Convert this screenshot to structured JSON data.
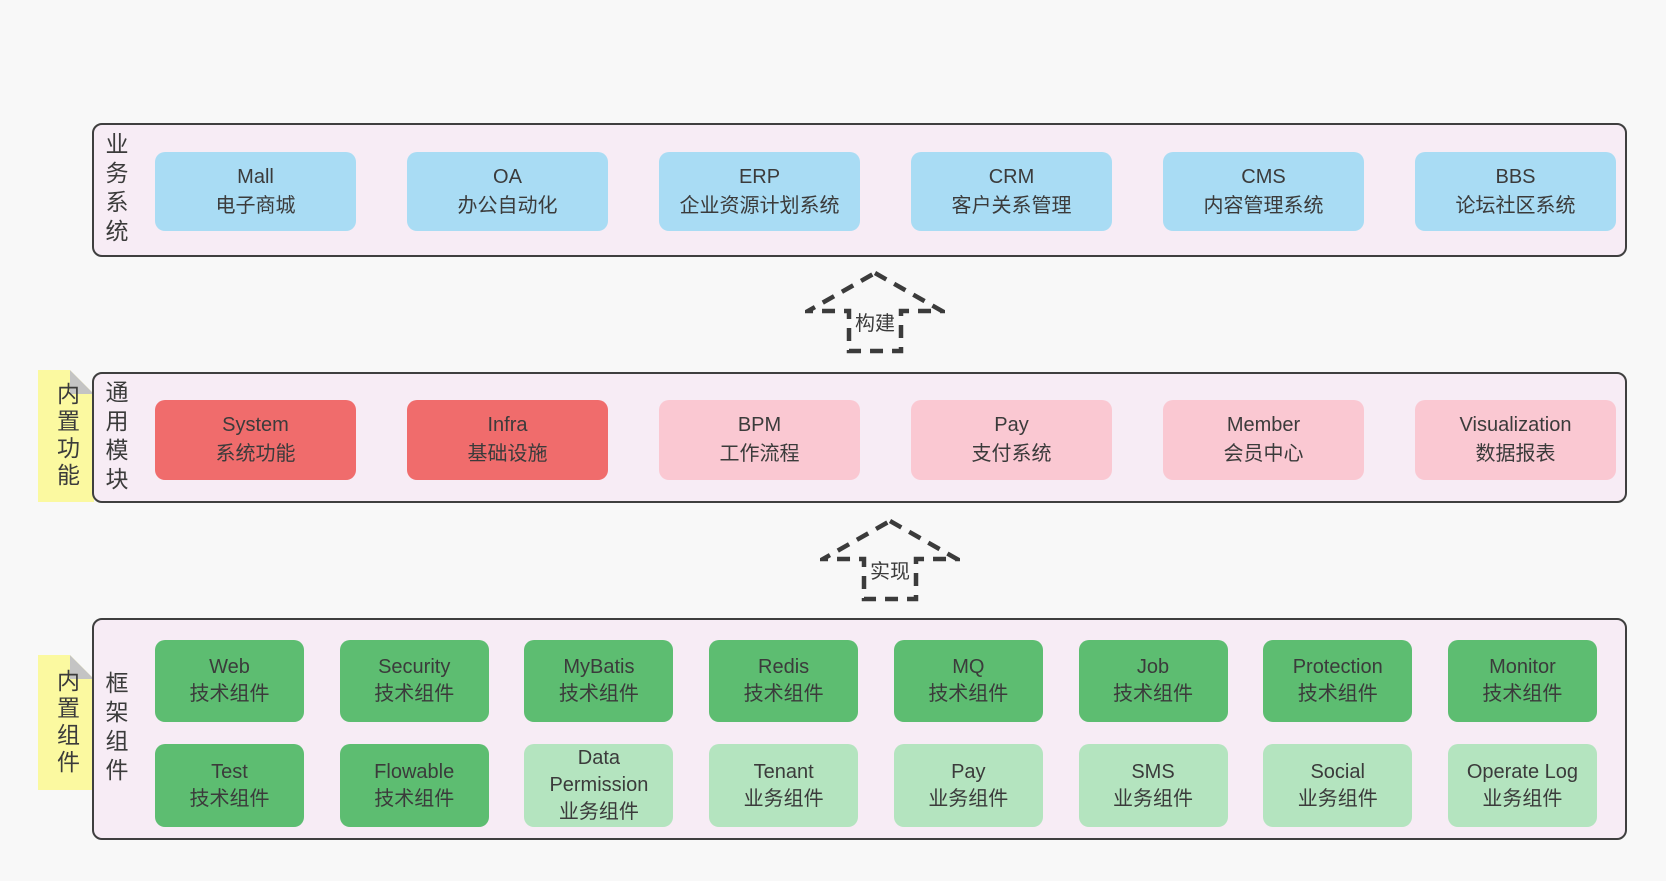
{
  "layers": [
    {
      "id": "business-systems",
      "label": "业务系统",
      "note": null,
      "rows": [
        [
          {
            "name": "Mall",
            "desc": "电子商城",
            "tone": "blue"
          },
          {
            "name": "OA",
            "desc": "办公自动化",
            "tone": "blue"
          },
          {
            "name": "ERP",
            "desc": "企业资源计划系统",
            "tone": "blue"
          },
          {
            "name": "CRM",
            "desc": "客户关系管理",
            "tone": "blue"
          },
          {
            "name": "CMS",
            "desc": "内容管理系统",
            "tone": "blue"
          },
          {
            "name": "BBS",
            "desc": "论坛社区系统",
            "tone": "blue"
          }
        ]
      ]
    },
    {
      "id": "common-modules",
      "label": "通用模块",
      "note": "内置功能",
      "rows": [
        [
          {
            "name": "System",
            "desc": "系统功能",
            "tone": "red"
          },
          {
            "name": "Infra",
            "desc": "基础设施",
            "tone": "red"
          },
          {
            "name": "BPM",
            "desc": "工作流程",
            "tone": "pink"
          },
          {
            "name": "Pay",
            "desc": "支付系统",
            "tone": "pink"
          },
          {
            "name": "Member",
            "desc": "会员中心",
            "tone": "pink"
          },
          {
            "name": "Visualization",
            "desc": "数据报表",
            "tone": "pink"
          }
        ]
      ]
    },
    {
      "id": "framework-components",
      "label": "框架组件",
      "note": "内置组件",
      "rows": [
        [
          {
            "name": "Web",
            "desc": "技术组件",
            "tone": "green"
          },
          {
            "name": "Security",
            "desc": "技术组件",
            "tone": "green"
          },
          {
            "name": "MyBatis",
            "desc": "技术组件",
            "tone": "green"
          },
          {
            "name": "Redis",
            "desc": "技术组件",
            "tone": "green"
          },
          {
            "name": "MQ",
            "desc": "技术组件",
            "tone": "green"
          },
          {
            "name": "Job",
            "desc": "技术组件",
            "tone": "green"
          },
          {
            "name": "Protection",
            "desc": "技术组件",
            "tone": "green"
          },
          {
            "name": "Monitor",
            "desc": "技术组件",
            "tone": "green"
          }
        ],
        [
          {
            "name": "Test",
            "desc": "技术组件",
            "tone": "green"
          },
          {
            "name": "Flowable",
            "desc": "技术组件",
            "tone": "green"
          },
          {
            "name": "Data Permission",
            "desc": "业务组件",
            "tone": "green_light"
          },
          {
            "name": "Tenant",
            "desc": "业务组件",
            "tone": "green_light"
          },
          {
            "name": "Pay",
            "desc": "业务组件",
            "tone": "green_light"
          },
          {
            "name": "SMS",
            "desc": "业务组件",
            "tone": "green_light"
          },
          {
            "name": "Social",
            "desc": "业务组件",
            "tone": "green_light"
          },
          {
            "name": "Operate Log",
            "desc": "业务组件",
            "tone": "green_light"
          }
        ]
      ]
    }
  ],
  "arrows": [
    {
      "label": "构建"
    },
    {
      "label": "实现"
    }
  ],
  "colors": {
    "canvas_bg": "#f8f8f8",
    "panel_bg": "#f7ecf5",
    "panel_border": "#3f3f3f",
    "blue": "#a9dcf4",
    "red": "#f06c6c",
    "pink": "#fac8d2",
    "green": "#5dbd71",
    "green_light": "#b4e4bf",
    "note_bg": "#fbf9a0",
    "note_fold": "#c4c4c4",
    "text": "#3b3b3b"
  }
}
